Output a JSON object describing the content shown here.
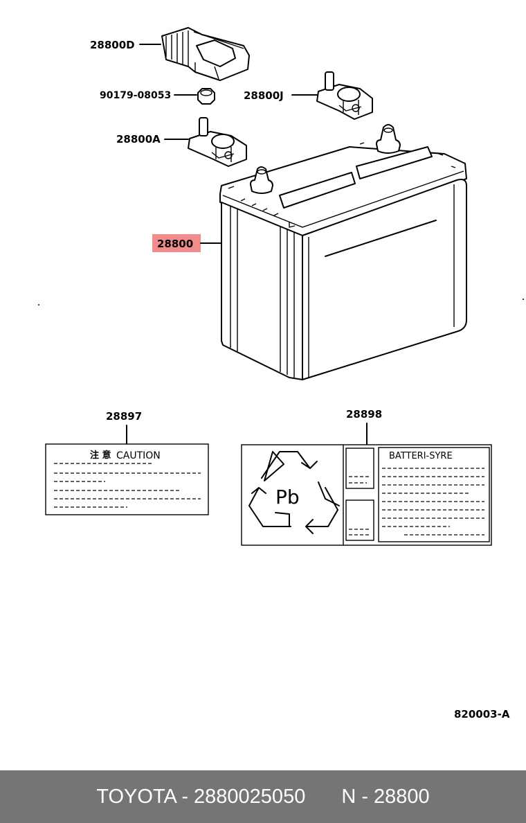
{
  "callouts": {
    "cover": "28800D",
    "nut": "90179-08053",
    "terminal_j": "28800J",
    "terminal_a": "28800A",
    "battery": "28800",
    "caution_label": "28897",
    "recycle_label": "28898"
  },
  "caution_label": {
    "kanji": "注 意",
    "title": "CAUTION"
  },
  "recycle_label": {
    "symbol": "Pb",
    "title": "BATTERI-SYRE"
  },
  "diagram_code": "820003-A",
  "footer": {
    "part_ref": "TOYOTA - 2880025050",
    "name_ref": "N - 28800"
  },
  "colors": {
    "highlight": "#f28b8b",
    "footer_bg": "#757575",
    "footer_text": "#ffffff"
  }
}
